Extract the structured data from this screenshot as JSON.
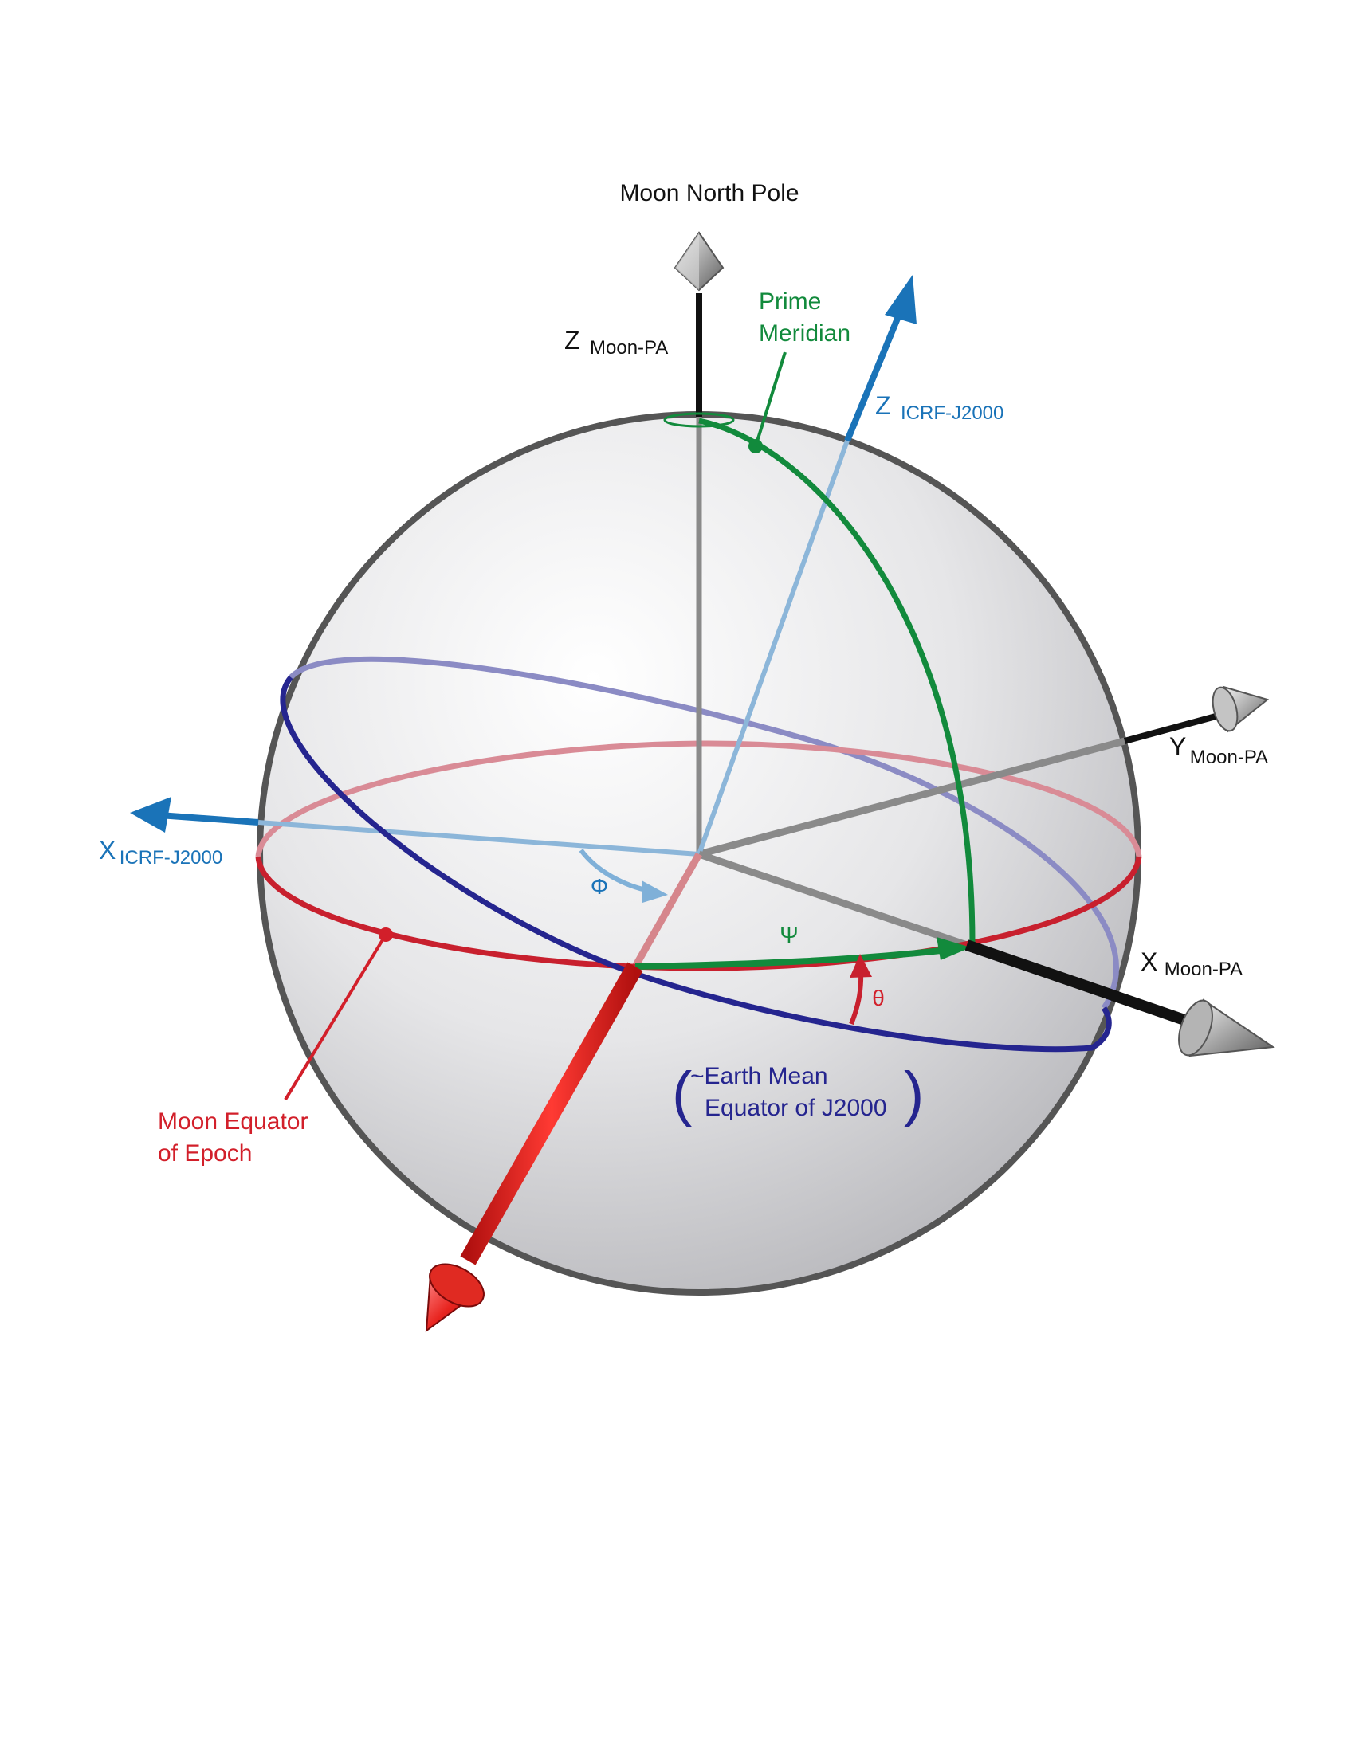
{
  "colors": {
    "black": "#111111",
    "icrf_blue": "#1a73b8",
    "green": "#128a3c",
    "red": "#d21f2a",
    "navy": "#2a2a8f",
    "sphere_edge": "#555555"
  },
  "labels": {
    "moon_north_pole": "Moon North Pole",
    "z_moon": {
      "main": "Z",
      "sub": "Moon-PA"
    },
    "prime_meridian_line1": "Prime",
    "prime_meridian_line2": "Meridian",
    "z_icrf": {
      "main": "Z",
      "sub": "ICRF-J2000"
    },
    "y_moon": {
      "main": "Y",
      "sub": "Moon-PA"
    },
    "x_icrf": {
      "main": "X",
      "sub": "ICRF-J2000"
    },
    "x_moon": {
      "main": "X",
      "sub": "Moon-PA"
    },
    "phi": "Φ",
    "psi": "Ψ",
    "theta": "θ",
    "earth_mean_line1": "~Earth Mean",
    "earth_mean_line2": "Equator of J2000",
    "moon_equator_line1": "Moon Equator",
    "moon_equator_line2": "of Epoch"
  }
}
